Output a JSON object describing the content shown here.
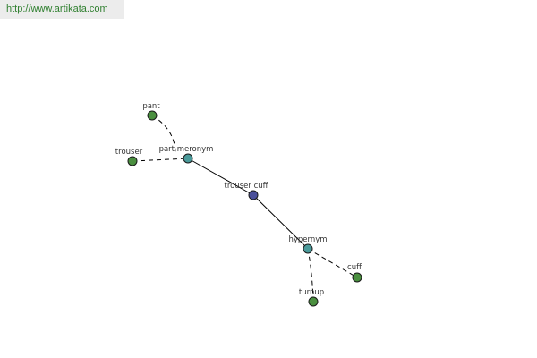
{
  "header": {
    "url_text": "http://www.artikata.com"
  },
  "colors": {
    "center_node": "#4a4f9a",
    "relation_node": "#4a9a9a",
    "word_node": "#4a8f3f",
    "banner_text": "#2f7f2f",
    "banner_background": "#ececec"
  },
  "graph": {
    "center": {
      "label": "trouser cuff",
      "kind": "center"
    },
    "relations": [
      {
        "label": "part meronym",
        "kind": "relation",
        "words": [
          {
            "label": "pant",
            "kind": "word"
          },
          {
            "label": "trouser",
            "kind": "word"
          }
        ]
      },
      {
        "label": "hypernym",
        "kind": "relation",
        "words": [
          {
            "label": "cuff",
            "kind": "word"
          },
          {
            "label": "turnup",
            "kind": "word"
          }
        ]
      }
    ]
  }
}
